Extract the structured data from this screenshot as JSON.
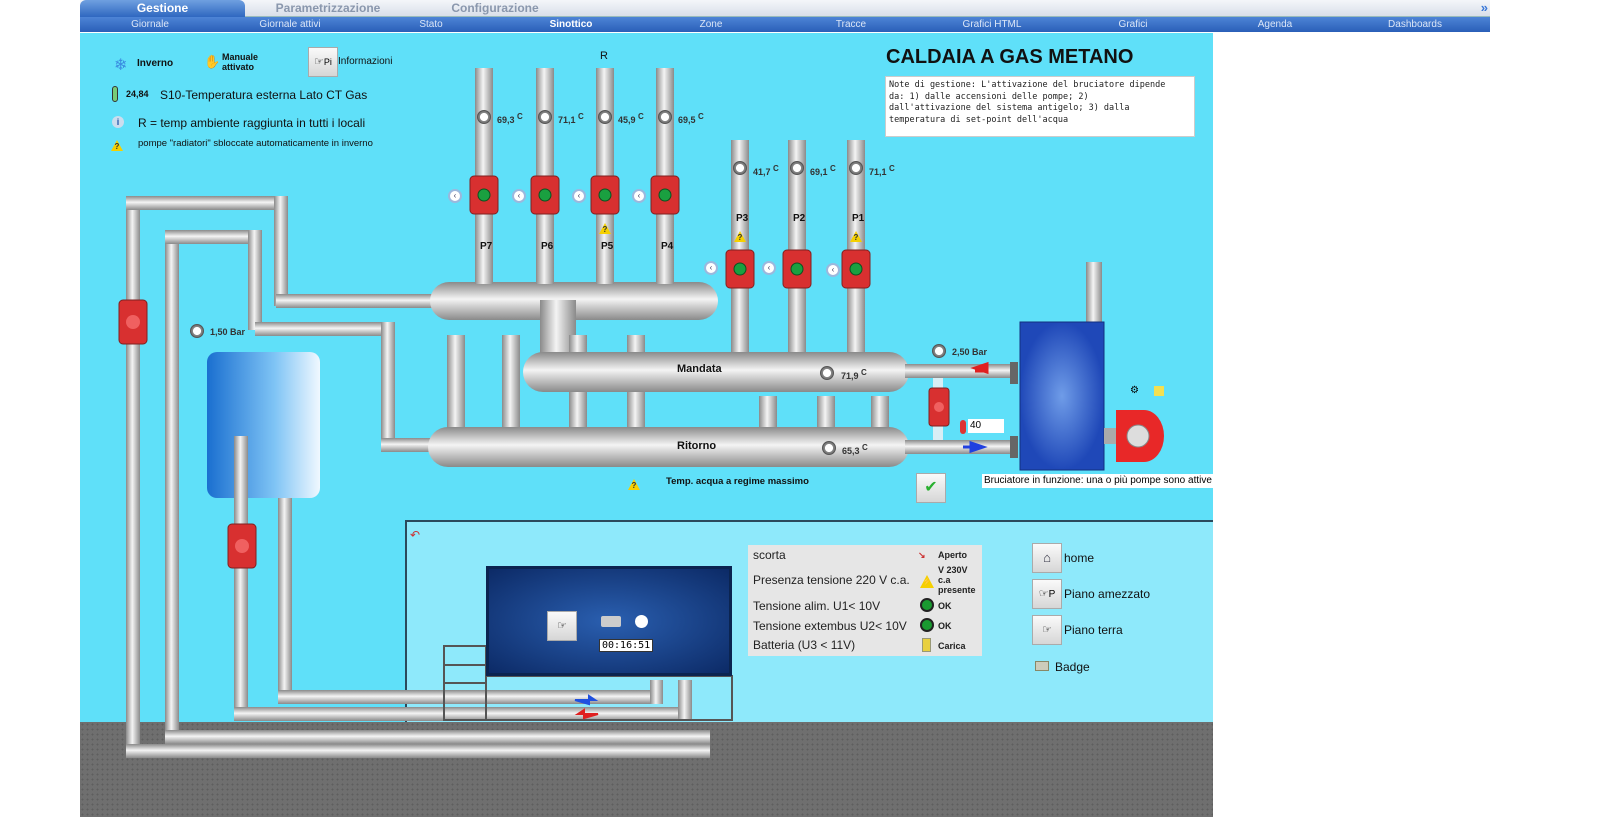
{
  "nav": {
    "tabs": [
      {
        "label": "Gestione",
        "active": true
      },
      {
        "label": "Parametrizzazione"
      },
      {
        "label": "Configurazione"
      }
    ],
    "subtabs": [
      {
        "label": "Giornale"
      },
      {
        "label": "Giornale attivi"
      },
      {
        "label": "Stato"
      },
      {
        "label": "Sinottico",
        "active": true
      },
      {
        "label": "Zone"
      },
      {
        "label": "Tracce"
      },
      {
        "label": "Grafici HTML"
      },
      {
        "label": "Grafici"
      },
      {
        "label": "Agenda"
      },
      {
        "label": "Dashboards"
      }
    ],
    "collapse_icon": "double-chevron-right-icon"
  },
  "header": {
    "mode": "Inverno",
    "manual": "Manuale attivato",
    "info_button": "Pi",
    "info_label": "Informazioni",
    "title": "CALDAIA A GAS METANO"
  },
  "sensor": {
    "value": "24,84",
    "label": "S10-Temperatura esterna Lato CT Gas"
  },
  "legend": {
    "r_note": "R = temp ambiente raggiunta in tutti i locali",
    "warn_note": "pompe \"radiatori\" sbloccate automaticamente in inverno"
  },
  "notes": "Note di gestione: L'attivazione del bruciatore dipende\nda: 1) dalle accensioni delle pompe; 2)\ndall'attivazione del sistema antigelo; 3) dalla\ntemperatura di set-point dell'acqua",
  "r_label": "R",
  "unit_c": "C",
  "unit_deg": "°",
  "pumps_upper": [
    {
      "name": "P7",
      "temp": "69,3"
    },
    {
      "name": "P6",
      "temp": "71,1"
    },
    {
      "name": "P5",
      "temp": "45,9"
    },
    {
      "name": "P4",
      "temp": "69,5"
    }
  ],
  "pumps_lower": [
    {
      "name": "P3",
      "temp": "41,7"
    },
    {
      "name": "P2",
      "temp": "69,1"
    },
    {
      "name": "P1",
      "temp": "71,1"
    }
  ],
  "pressure_tank": "1,50  Bar",
  "pressure_boiler": "2,50  Bar",
  "mandata": {
    "label": "Mandata",
    "temp": "71,9"
  },
  "ritorno": {
    "label": "Ritorno",
    "temp": "65,3"
  },
  "setpoint": "40",
  "regime_label": "Temp. acqua a regime massimo",
  "burner_status": "Bruciatore in funzione: una o più pompe sono attive",
  "screen": {
    "time": "00:16:51"
  },
  "status": [
    {
      "label": "scorta",
      "value": "Aperto"
    },
    {
      "label": "Presenza tensione 220 V c.a.",
      "value": "V 230V c.a presente"
    },
    {
      "label": "Tensione alim. U1< 10V",
      "value": "OK"
    },
    {
      "label": "Tensione extembus U2< 10V",
      "value": "OK"
    },
    {
      "label": "Batteria (U3 < 11V)",
      "value": "Carica"
    }
  ],
  "links": [
    {
      "label": "home"
    },
    {
      "label": "Piano amezzato",
      "prefix": "P"
    },
    {
      "label": "Piano terra"
    },
    {
      "label": "Badge"
    }
  ],
  "colors": {
    "cyan": "#5fe0f9",
    "pipe": "#c8c8c8",
    "pump_red": "#e03030",
    "boiler": "#1f48b8"
  }
}
